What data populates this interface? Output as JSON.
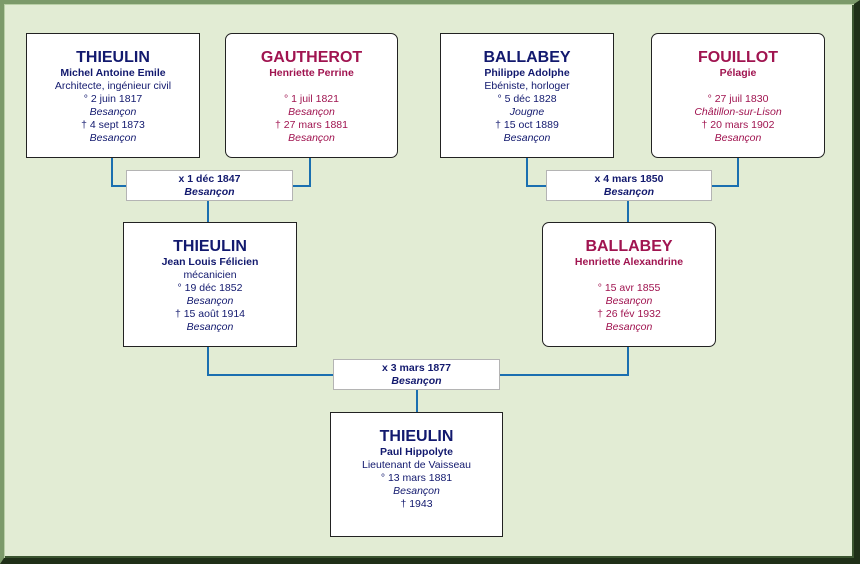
{
  "persons": {
    "p1": {
      "surname": "THIEULIN",
      "given": "Michel Antoine Emile",
      "occupation": "Architecte, ingénieur civil",
      "birth": "° 2 juin 1817",
      "birth_place": "Besançon",
      "death": "† 4 sept 1873",
      "death_place": "Besançon"
    },
    "p2": {
      "surname": "GAUTHEROT",
      "given": "Henriette Perrine",
      "birth": "° 1 juil 1821",
      "birth_place": "Besançon",
      "death": "† 27 mars 1881",
      "death_place": "Besançon"
    },
    "p3": {
      "surname": "BALLABEY",
      "given": "Philippe Adolphe",
      "occupation": "Ebéniste, horloger",
      "birth": "° 5 déc 1828",
      "birth_place": "Jougne",
      "death": "† 15 oct 1889",
      "death_place": "Besançon"
    },
    "p4": {
      "surname": "FOUILLOT",
      "given": "Pélagie",
      "birth": "° 27 juil 1830",
      "birth_place": "Châtillon-sur-Lison",
      "death": "† 20 mars 1902",
      "death_place": "Besançon"
    },
    "p5": {
      "surname": "THIEULIN",
      "given": "Jean Louis Félicien",
      "occupation": "mécanicien",
      "birth": "° 19 déc 1852",
      "birth_place": "Besançon",
      "death": "† 15 août 1914",
      "death_place": "Besançon"
    },
    "p6": {
      "surname": "BALLABEY",
      "given": "Henriette Alexandrine",
      "birth": "° 15 avr 1855",
      "birth_place": "Besançon",
      "death": "† 26 fév 1932",
      "death_place": "Besançon"
    },
    "p7": {
      "surname": "THIEULIN",
      "given": "Paul Hippolyte",
      "occupation": "Lieutenant de Vaisseau",
      "birth": "° 13 mars 1881",
      "birth_place": "Besançon",
      "death": "† 1943"
    }
  },
  "marriages": {
    "m1": {
      "date": "x 1 déc 1847",
      "place": "Besançon"
    },
    "m2": {
      "date": "x 4 mars 1850",
      "place": "Besançon"
    },
    "m3": {
      "date": "x 3 mars 1877",
      "place": "Besançon"
    }
  },
  "colors": {
    "male": "#12196e",
    "female": "#a01450",
    "connector": "#1a6fb0",
    "background": "#e2ecd4"
  }
}
